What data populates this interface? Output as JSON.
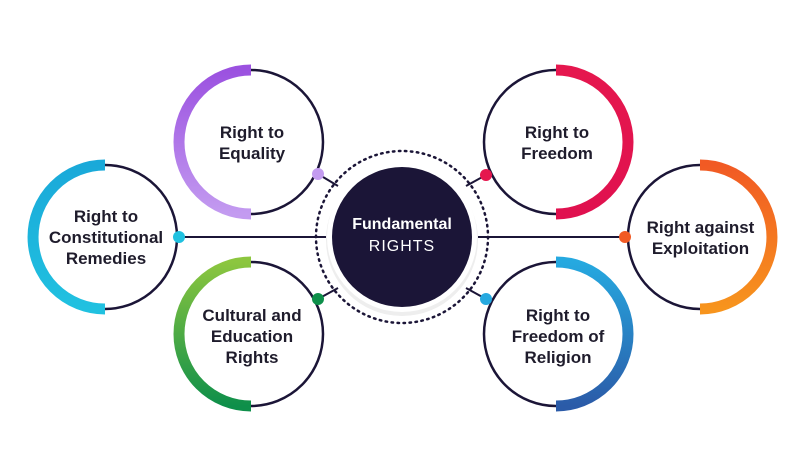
{
  "center": {
    "title": "Fundamental",
    "subtitle": "RIGHTS",
    "fill_color": "#1b1537"
  },
  "rights": [
    {
      "label": "Right to\nEquality",
      "color_start": "#9b51e0",
      "color_end": "#c39bf0"
    },
    {
      "label": "Right to\nFreedom",
      "color_start": "#e5174e",
      "color_end": "#e0114f"
    },
    {
      "label": "Right to\nConstitutional\nRemedies",
      "color_start": "#1aa9d9",
      "color_end": "#20c1e0"
    },
    {
      "label": "Right against\nExploitation",
      "color_start": "#f15a24",
      "color_end": "#f7941d"
    },
    {
      "label": "Cultural and\nEducation\nRights",
      "color_start": "#8cc63f",
      "color_end": "#0e8f4a"
    },
    {
      "label": "Right to\nFreedom of\nReligion",
      "color_start": "#26a9e0",
      "color_end": "#2b5ba8"
    }
  ]
}
